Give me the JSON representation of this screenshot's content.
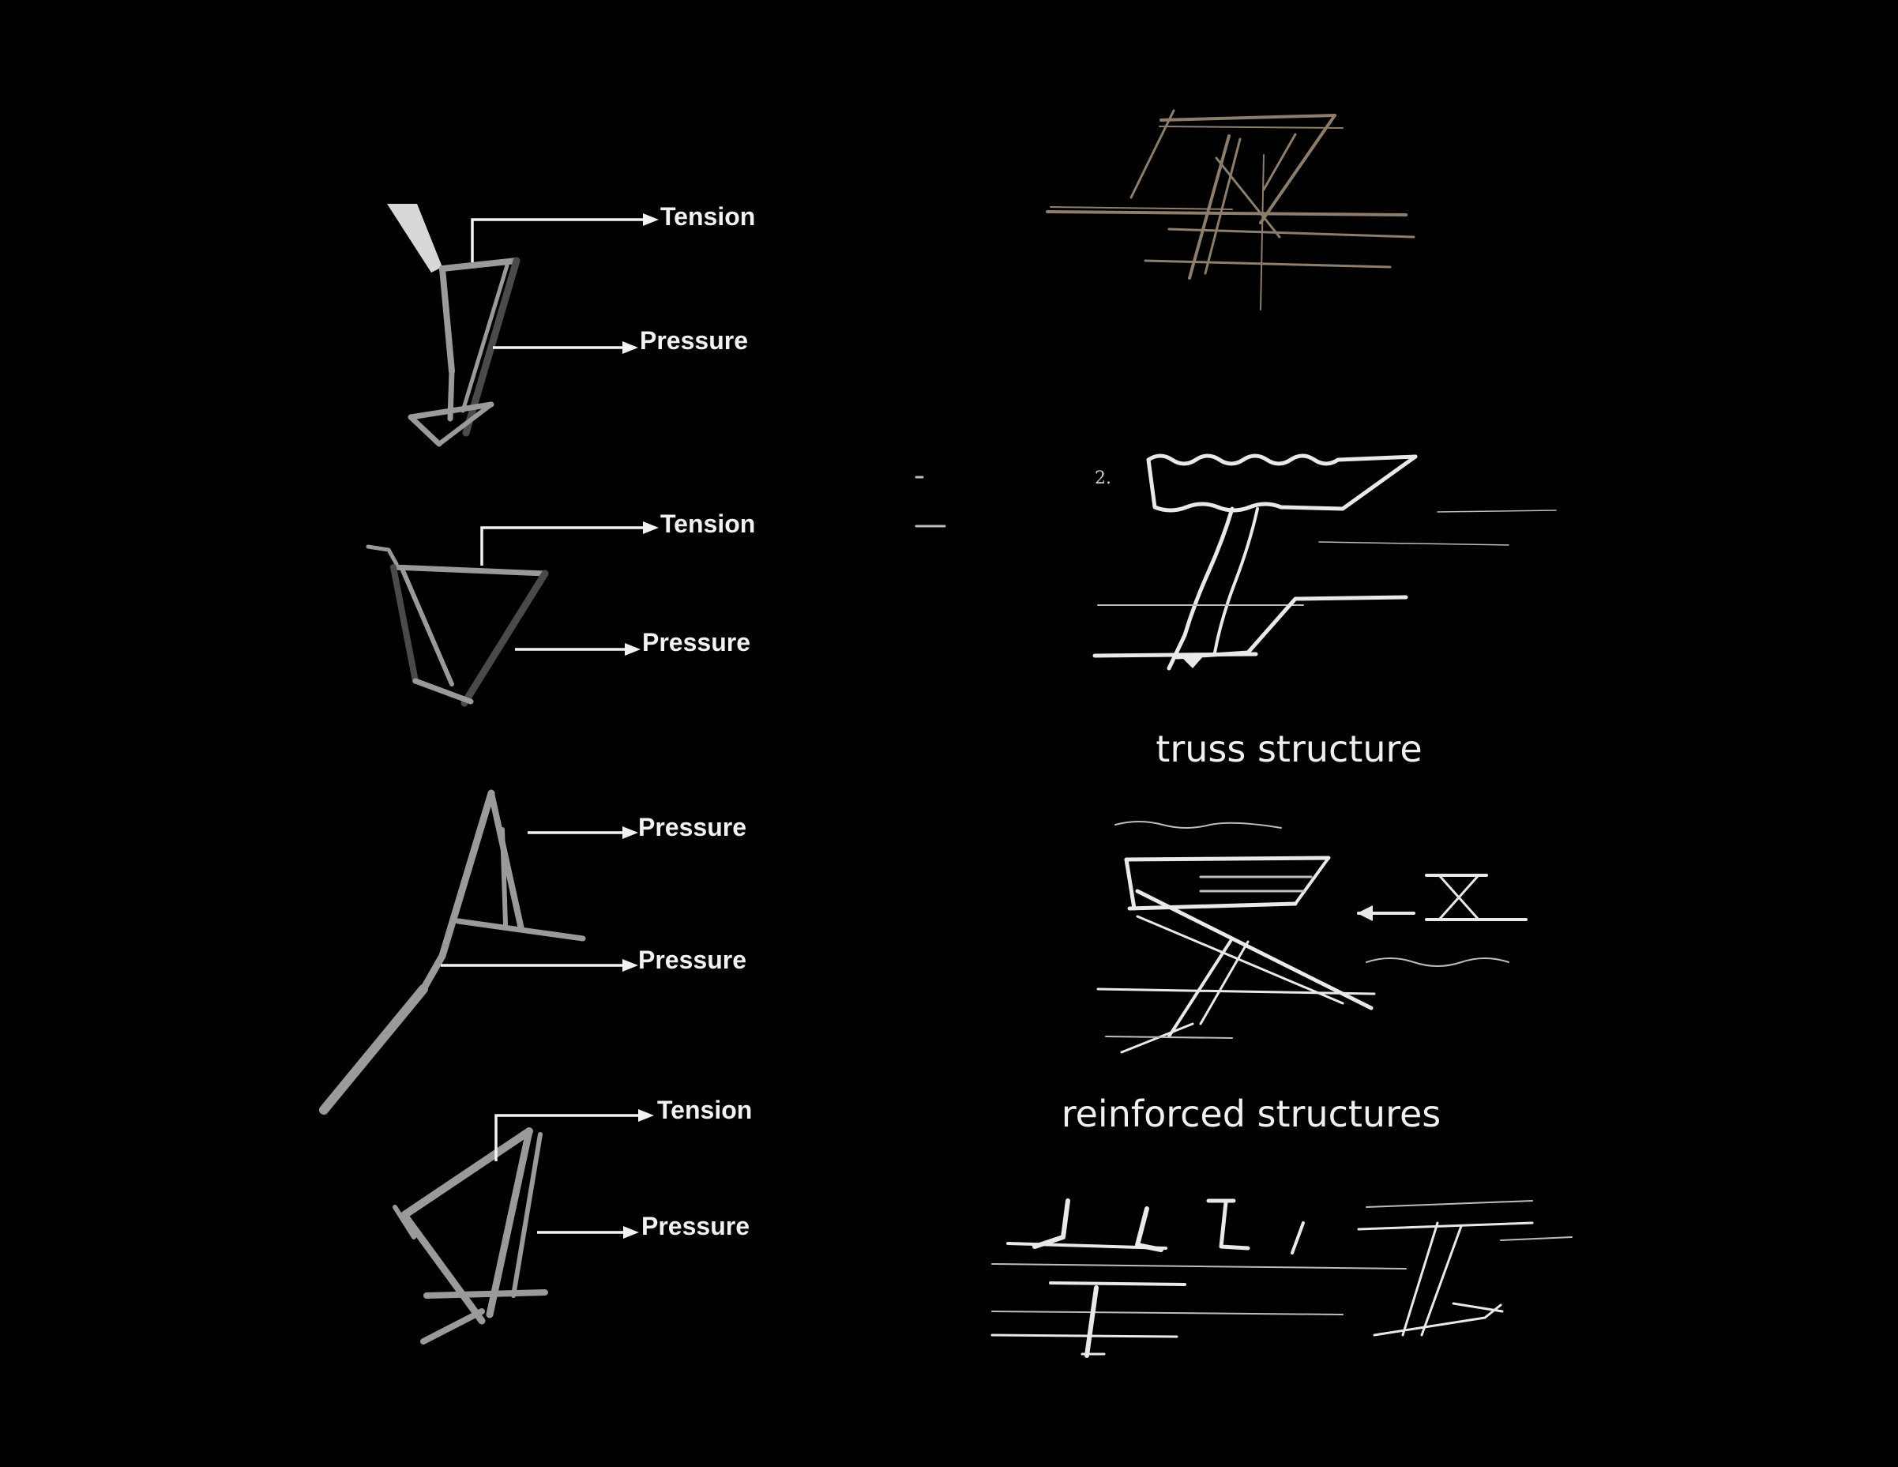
{
  "colors": {
    "background": "#000000",
    "text": "#f2f2f2",
    "sketch_brown": "#8c7d6c"
  },
  "models": [
    {
      "labels": [
        {
          "text": "Tension"
        },
        {
          "text": "Pressure"
        }
      ]
    },
    {
      "labels": [
        {
          "text": "Tension"
        },
        {
          "text": "Pressure"
        }
      ]
    },
    {
      "labels": [
        {
          "text": "Pressure"
        },
        {
          "text": "Pressure"
        }
      ]
    },
    {
      "labels": [
        {
          "text": "Tension"
        },
        {
          "text": "Pressure"
        }
      ]
    }
  ],
  "captions": {
    "truss": "truss structure",
    "reinforced": "reinforced structures"
  }
}
